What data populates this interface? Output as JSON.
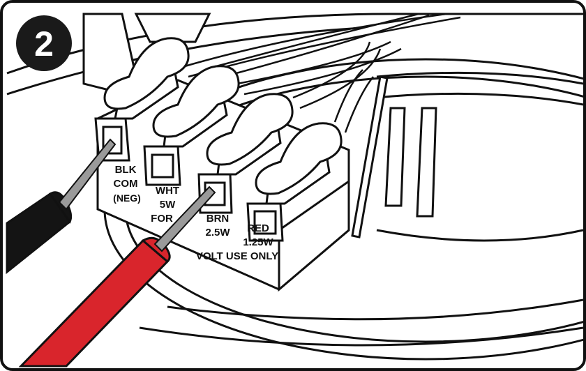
{
  "step": {
    "number": "2"
  },
  "terminal_labels": {
    "blk": "BLK",
    "com": "COM",
    "neg": "(NEG)",
    "wht": "WHT",
    "wht_watt": "5W",
    "brn": "BRN",
    "brn_watt": "2.5W",
    "red": "RED",
    "red_watt": "1.25W",
    "footer_left": "FOR",
    "footer_right": "VOLT USE ONLY"
  },
  "colors": {
    "outline": "#111111",
    "badge": "#1a1a1a",
    "black_probe": "#141414",
    "red_probe": "#d9252c",
    "probe_metal": "#9a9a9a",
    "background": "#ffffff"
  }
}
